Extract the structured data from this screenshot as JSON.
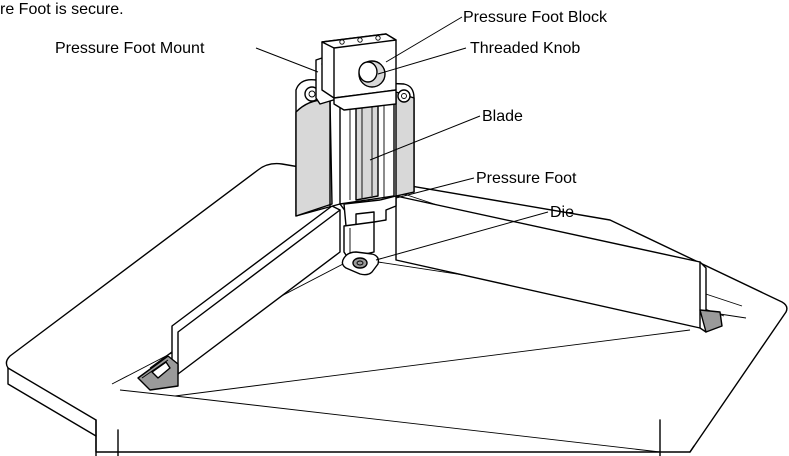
{
  "caption_fragment": "re Foot is secure.",
  "labels": {
    "pressure_foot_block": "Pressure Foot Block",
    "pressure_foot_mount": "Pressure Foot Mount",
    "threaded_knob": "Threaded Knob",
    "blade": "Blade",
    "pressure_foot": "Pressure Foot",
    "die": "Die"
  },
  "colors": {
    "line": "#000000",
    "background": "#ffffff",
    "shade_light": "#d8d8d8",
    "shade_dark": "#9a9a9a"
  }
}
